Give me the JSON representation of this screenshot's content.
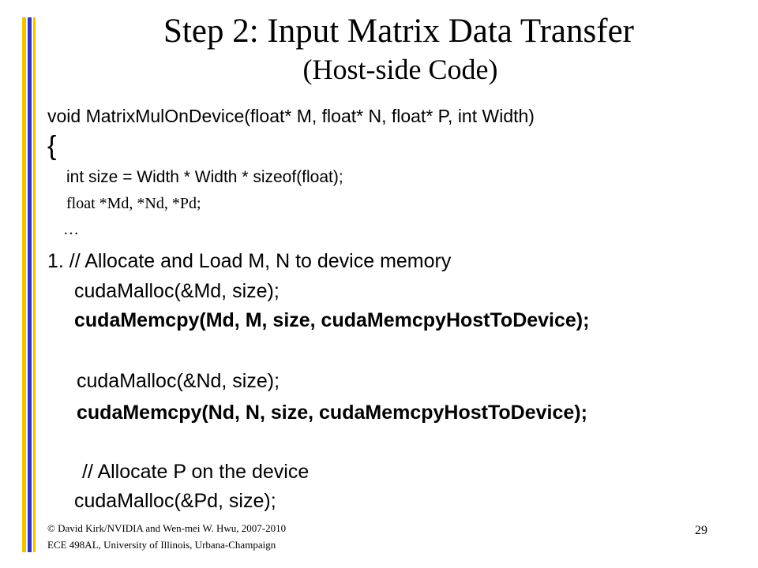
{
  "slide": {
    "title": "Step 2: Input Matrix Data Transfer",
    "subtitle": "(Host-side Code)",
    "code": {
      "signature": "void MatrixMulOnDevice(float* M, float* N, float* P, int Width)",
      "open_brace": "{",
      "size_line": "int size = Width * Width * sizeof(float);",
      "decl_line": "float *Md, *Nd, *Pd;",
      "ellipsis": "…",
      "comment_1": "1. // Allocate and Load M, N to device memory",
      "malloc_md": "cudaMalloc(&Md, size);",
      "memcpy_md": "cudaMemcpy(Md, M, size, cudaMemcpyHostToDevice);",
      "malloc_nd": "cudaMalloc(&Nd, size);",
      "memcpy_nd": "cudaMemcpy(Nd, N, size, cudaMemcpyHostToDevice);",
      "comment_2": "// Allocate P on the device",
      "malloc_pd": "cudaMalloc(&Pd, size);"
    },
    "footer": {
      "line1": "© David Kirk/NVIDIA and Wen-mei W. Hwu, 2007-2010",
      "line2": "ECE 498AL, University of Illinois, Urbana-Champaign"
    },
    "page_number": "29"
  },
  "colors": {
    "accent_yellow": "#f2c200",
    "accent_blue": "#3434b8",
    "text": "#000000",
    "background": "#ffffff"
  }
}
